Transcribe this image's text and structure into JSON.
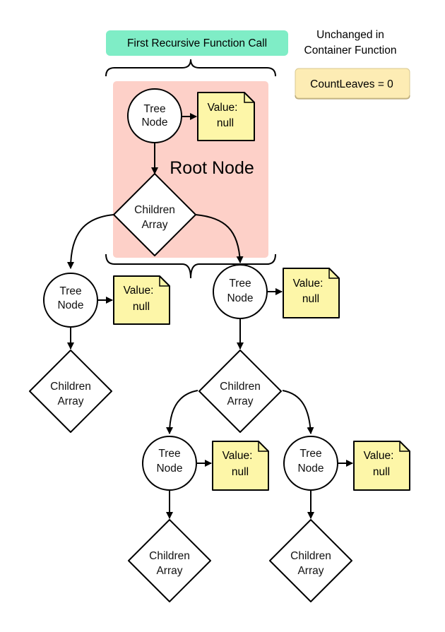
{
  "header": {
    "call_label": "First Recursive Function Call",
    "note_line1": "Unchanged in",
    "note_line2": "Container Function",
    "count_label": "CountLeaves = 0"
  },
  "root": {
    "region_label": "Root Node"
  },
  "labels": {
    "tree_node_line1": "Tree",
    "tree_node_line2": "Node",
    "children_line1": "Children",
    "children_line2": "Array",
    "value_line1": "Value:",
    "value_line2": "null"
  },
  "colors": {
    "call_box": "#7fedc6",
    "root_region": "#fdd0c8",
    "value_note": "#fdf6a8",
    "count_box": "#fdecb4"
  }
}
